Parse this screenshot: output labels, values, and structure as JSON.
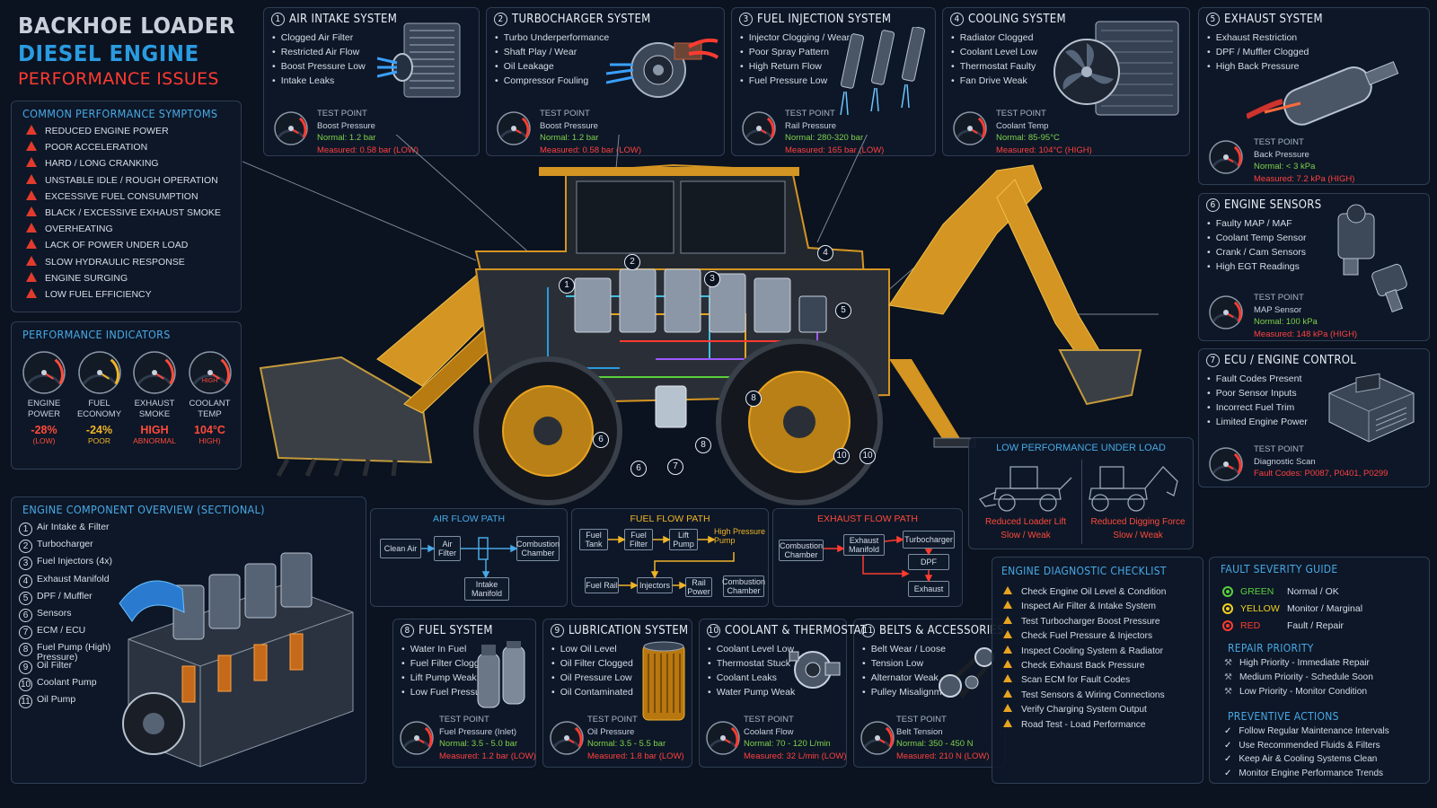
{
  "title": {
    "line1": "BACKHOE LOADER",
    "line2": "DIESEL ENGINE",
    "line3": "PERFORMANCE ISSUES"
  },
  "symptoms": {
    "heading": "COMMON PERFORMANCE SYMPTOMS",
    "items": [
      "REDUCED ENGINE POWER",
      "POOR ACCELERATION",
      "HARD / LONG CRANKING",
      "UNSTABLE IDLE / ROUGH OPERATION",
      "EXCESSIVE FUEL CONSUMPTION",
      "BLACK / EXCESSIVE EXHAUST SMOKE",
      "OVERHEATING",
      "LACK OF POWER UNDER LOAD",
      "SLOW HYDRAULIC RESPONSE",
      "ENGINE SURGING",
      "LOW FUEL EFFICIENCY"
    ]
  },
  "indicators": {
    "heading": "PERFORMANCE INDICATORS",
    "items": [
      {
        "label1": "ENGINE",
        "label2": "POWER",
        "value": "-28%",
        "status": "(LOW)",
        "face": "",
        "color": "#ff4a3a"
      },
      {
        "label1": "FUEL",
        "label2": "ECONOMY",
        "value": "-24%",
        "status": "POOR",
        "face": "",
        "color": "#f0b428"
      },
      {
        "label1": "EXHAUST",
        "label2": "SMOKE",
        "value": "HIGH",
        "status": "ABNORMAL",
        "face": "",
        "color": "#ff4a3a"
      },
      {
        "label1": "COOLANT",
        "label2": "TEMP",
        "value": "104°C",
        "status": "HIGH)",
        "face": "HIGH",
        "color": "#ff4a3a"
      }
    ]
  },
  "systems": [
    {
      "num": "1",
      "title": "AIR INTAKE SYSTEM",
      "items": [
        "Clogged Air Filter",
        "Restricted Air Flow",
        "Boost Pressure Low",
        "Intake Leaks"
      ],
      "tp_label": "TEST POINT",
      "tp_name": "Boost Pressure",
      "normal": "Normal: 1.2 bar",
      "measured": "Measured: 0.58 bar (LOW)"
    },
    {
      "num": "2",
      "title": "TURBOCHARGER SYSTEM",
      "items": [
        "Turbo Underperformance",
        "Shaft Play / Wear",
        "Oil Leakage",
        "Compressor Fouling"
      ],
      "tp_label": "TEST POINT",
      "tp_name": "Boost Pressure",
      "normal": "Normal: 1.2 bar",
      "measured": "Measured: 0.58 bar (LOW)"
    },
    {
      "num": "3",
      "title": "FUEL INJECTION SYSTEM",
      "items": [
        "Injector Clogging / Wear",
        "Poor Spray Pattern",
        "High Return Flow",
        "Fuel Pressure Low"
      ],
      "tp_label": "TEST POINT",
      "tp_name": "Rail Pressure",
      "normal": "Normal: 280-320 bar",
      "measured": "Measured: 165 bar (LOW)"
    },
    {
      "num": "4",
      "title": "COOLING SYSTEM",
      "items": [
        "Radiator Clogged",
        "Coolant Level Low",
        "Thermostat Faulty",
        "Fan Drive Weak"
      ],
      "tp_label": "TEST POINT",
      "tp_name": "Coolant Temp",
      "normal": "Normal: 85-95°C",
      "measured": "Measured: 104°C (HIGH)"
    },
    {
      "num": "5",
      "title": "EXHAUST SYSTEM",
      "items": [
        "Exhaust Restriction",
        "DPF / Muffler Clogged",
        "High Back Pressure"
      ],
      "tp_label": "TEST POINT",
      "tp_name": "Back Pressure",
      "normal": "Normal: < 3 kPa",
      "measured": "Measured: 7.2 kPa (HIGH)"
    },
    {
      "num": "6",
      "title": "ENGINE SENSORS",
      "items": [
        "Faulty MAP / MAF",
        "Coolant Temp Sensor",
        "Crank / Cam Sensors",
        "High EGT Readings"
      ],
      "tp_label": "TEST POINT",
      "tp_name": "MAP Sensor",
      "normal": "Normal: 100 kPa",
      "measured": "Measured: 148 kPa (HIGH)"
    },
    {
      "num": "7",
      "title": "ECU / ENGINE CONTROL",
      "items": [
        "Fault Codes Present",
        "Poor Sensor Inputs",
        "Incorrect Fuel Trim",
        "Limited Engine Power"
      ],
      "tp_label": "TEST POINT",
      "tp_name": "Diagnostic Scan",
      "normal": "",
      "measured": "Fault Codes: P0087, P0401, P0299"
    },
    {
      "num": "8",
      "title": "FUEL SYSTEM",
      "items": [
        "Water In Fuel",
        "Fuel Filter Clogged",
        "Lift Pump Weak",
        "Low Fuel Pressure"
      ],
      "tp_label": "TEST POINT",
      "tp_name": "Fuel Pressure (Inlet)",
      "normal": "Normal: 3.5 - 5.0 bar",
      "measured": "Measured: 1.2 bar (LOW)"
    },
    {
      "num": "9",
      "title": "LUBRICATION SYSTEM",
      "items": [
        "Low Oil Level",
        "Oil Filter Clogged",
        "Oil Pressure Low",
        "Oil Contaminated"
      ],
      "tp_label": "TEST POINT",
      "tp_name": "Oil Pressure",
      "normal": "Normal: 3.5 - 5.5 bar",
      "measured": "Measured: 1.8 bar (LOW)"
    },
    {
      "num": "10",
      "title": "COOLANT & THERMOSTAT",
      "items": [
        "Coolant Level Low",
        "Thermostat Stuck",
        "Coolant Leaks",
        "Water Pump Weak"
      ],
      "tp_label": "TEST POINT",
      "tp_name": "Coolant Flow",
      "normal": "Normal: 70 - 120 L/min",
      "measured": "Measured: 32 L/min (LOW)"
    },
    {
      "num": "11",
      "title": "BELTS & ACCESSORIES",
      "items": [
        "Belt Wear / Loose",
        "Tension Low",
        "Alternator Weak",
        "Pulley Misalignment"
      ],
      "tp_label": "TEST POINT",
      "tp_name": "Belt Tension",
      "normal": "Normal: 350 - 450 N",
      "measured": "Measured: 210 N (LOW)"
    }
  ],
  "components": {
    "heading": "ENGINE COMPONENT OVERVIEW",
    "sub": "(SECTIONAL)",
    "items": [
      "Air Intake & Filter",
      "Turbocharger",
      "Fuel Injectors (4x)",
      "Exhaust Manifold",
      "DPF / Muffler",
      "Sensors",
      "ECM / ECU",
      "Fuel Pump (High) Pressure)",
      "Oil Filter",
      "Coolant Pump",
      "Oil Pump"
    ]
  },
  "air_flow": {
    "title": "AIR FLOW PATH",
    "boxes": [
      "Clean Air",
      "Air Filter",
      "Combustion Chamber",
      "Intake Manifold"
    ]
  },
  "fuel_flow": {
    "title": "FUEL FLOW PATH",
    "boxes": [
      "Fuel Tank",
      "Fuel Filter",
      "Lift Pump",
      "High Pressure Pump",
      "Fuel Rail",
      "Injectors",
      "Rail Power",
      "Combustion Chamber"
    ]
  },
  "exhaust_flow": {
    "title": "EXHAUST FLOW PATH",
    "boxes": [
      "Combustion Chamber",
      "Exhaust Manifold",
      "Turbocharger",
      "DPF",
      "Exhaust"
    ]
  },
  "load": {
    "title": "LOW PERFORMANCE UNDER LOAD",
    "left1": "Reduced Loader Lift",
    "left2": "Slow / Weak",
    "right1": "Reduced Digging Force",
    "right2": "Slow / Weak"
  },
  "checklist": {
    "heading": "ENGINE DIAGNOSTIC CHECKLIST",
    "items": [
      "Check Engine Oil Level & Condition",
      "Inspect Air Filter & Intake System",
      "Test Turbocharger Boost Pressure",
      "Check Fuel Pressure & Injectors",
      "Inspect Cooling System & Radiator",
      "Check Exhaust Back Pressure",
      "Scan ECM for Fault Codes",
      "Test Sensors & Wiring Connections",
      "Verify Charging System Output",
      "Road Test - Load Performance"
    ]
  },
  "severity": {
    "heading": "FAULT SEVERITY GUIDE",
    "items": [
      {
        "level": "GREEN",
        "desc": "Normal / OK",
        "color": "#5ad03c"
      },
      {
        "level": "YELLOW",
        "desc": "Monitor / Marginal",
        "color": "#f0d020"
      },
      {
        "level": "RED",
        "desc": "Fault / Repair",
        "color": "#ff3b30"
      }
    ]
  },
  "repair": {
    "heading": "REPAIR PRIORITY",
    "items": [
      "High Priority - Immediate Repair",
      "Medium Priority - Schedule Soon",
      "Low Priority - Monitor Condition"
    ]
  },
  "preventive": {
    "heading": "PREVENTIVE ACTIONS",
    "items": [
      "Follow Regular Maintenance Intervals",
      "Use Recommended Fluids & Filters",
      "Keep Air & Cooling Systems Clean",
      "Monitor Engine Performance Trends"
    ]
  },
  "callouts": [
    "1",
    "2",
    "3",
    "4",
    "5",
    "6",
    "6",
    "7",
    "8",
    "8",
    "10",
    "10"
  ],
  "colors": {
    "accent_blue": "#2a9be0",
    "alert_red": "#ff3b30",
    "normal_green": "#7fd14a",
    "machine_yellow": "#e8a321"
  }
}
